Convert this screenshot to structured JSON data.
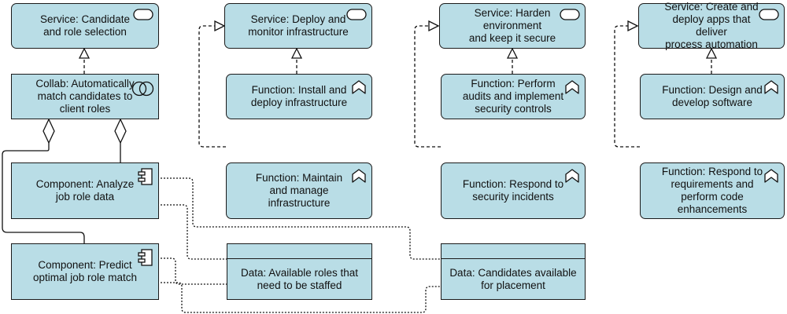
{
  "diagram": {
    "elements": {
      "svc_candidate": "Service: Candidate\nand role selection",
      "collab_match": "Collab: Automatically\nmatch candidates to\nclient roles",
      "comp_analyze": "Component: Analyze\njob role data",
      "comp_predict": "Component: Predict\noptimal job role match",
      "svc_deploy": "Service: Deploy and\nmonitor infrastructure",
      "fn_install": "Function: Install and\ndeploy infrastructure",
      "fn_maintain": "Function: Maintain\nand manage infrastructure",
      "data_roles": "Data: Available roles that\nneed to be staffed",
      "svc_harden": "Service: Harden\nenvironment\nand keep it secure",
      "fn_audits": "Function: Perform\naudits and implement\nsecurity controls",
      "fn_respond_sec": "Function: Respond to\nsecurity incidents",
      "data_candidates": "Data: Candidates available\nfor placement",
      "svc_apps": "Service: Create and\ndeploy apps that deliver\nprocess automation",
      "fn_design": "Function: Design and\ndevelop software",
      "fn_respond_req": "Function: Respond to\nrequirements and\nperform code\nenhancements"
    },
    "icons": {
      "service": "service-icon",
      "function": "function-icon",
      "component": "component-icon",
      "collaboration": "collaboration-icon"
    },
    "colors": {
      "fill": "#b9dde6",
      "stroke": "#1a1a1a"
    }
  }
}
